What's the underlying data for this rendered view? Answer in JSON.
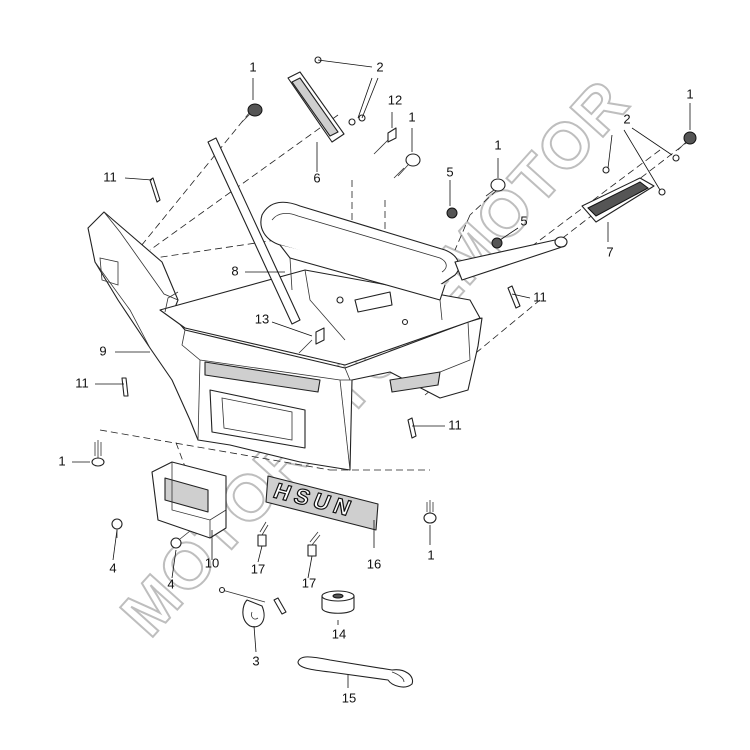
{
  "diagram": {
    "watermark_text": "MOTORCYCLEMOTOR",
    "emblem_text": "HSUN",
    "callouts": [
      {
        "id": "c1a",
        "label": "1"
      },
      {
        "id": "c2a",
        "label": "2"
      },
      {
        "id": "c12",
        "label": "12"
      },
      {
        "id": "c1b",
        "label": "1"
      },
      {
        "id": "c1c",
        "label": "1"
      },
      {
        "id": "c2b",
        "label": "2"
      },
      {
        "id": "c11a",
        "label": "11"
      },
      {
        "id": "c6",
        "label": "6"
      },
      {
        "id": "c5a",
        "label": "5"
      },
      {
        "id": "c1d",
        "label": "1"
      },
      {
        "id": "c5b",
        "label": "5"
      },
      {
        "id": "c7",
        "label": "7"
      },
      {
        "id": "c8",
        "label": "8"
      },
      {
        "id": "c11b",
        "label": "11"
      },
      {
        "id": "c13",
        "label": "13"
      },
      {
        "id": "c9",
        "label": "9"
      },
      {
        "id": "c11c",
        "label": "11"
      },
      {
        "id": "c11d",
        "label": "11"
      },
      {
        "id": "c1e",
        "label": "1"
      },
      {
        "id": "c4a",
        "label": "4"
      },
      {
        "id": "c10",
        "label": "10"
      },
      {
        "id": "c4b",
        "label": "4"
      },
      {
        "id": "c17a",
        "label": "17"
      },
      {
        "id": "c17b",
        "label": "17"
      },
      {
        "id": "c16",
        "label": "16"
      },
      {
        "id": "c1f",
        "label": "1"
      },
      {
        "id": "c14",
        "label": "14"
      },
      {
        "id": "c3",
        "label": "3"
      },
      {
        "id": "c15",
        "label": "15"
      }
    ]
  }
}
